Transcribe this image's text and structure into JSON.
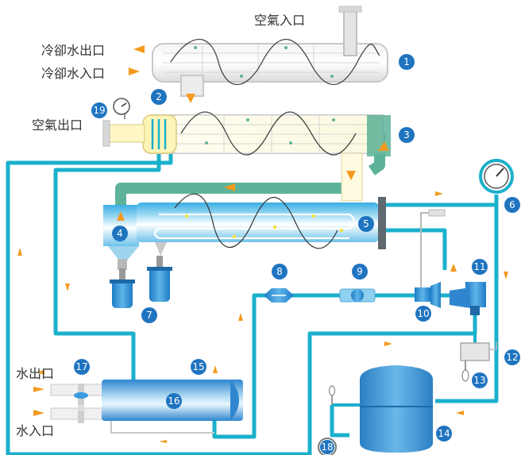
{
  "labels": {
    "air_inlet": "空氣入口",
    "air_outlet": "空氣出口",
    "cooling_water_outlet": "冷卻水出口",
    "cooling_water_inlet": "冷卻水入口",
    "water_outlet": "水出口",
    "water_inlet": "水入口"
  },
  "markers": [
    "1",
    "2",
    "3",
    "4",
    "5",
    "6",
    "7",
    "8",
    "9",
    "10",
    "11",
    "12",
    "13",
    "14",
    "15",
    "16",
    "17",
    "18",
    "19"
  ],
  "colors": {
    "pipe_cyan": "#1bb0cc",
    "pipe_green": "#5db39a",
    "marker_blue": "#1f74c0",
    "arrow_orange": "#f39a1e",
    "shell_gray": "#c8c8c8",
    "tank_blue": "#4fa6de"
  }
}
